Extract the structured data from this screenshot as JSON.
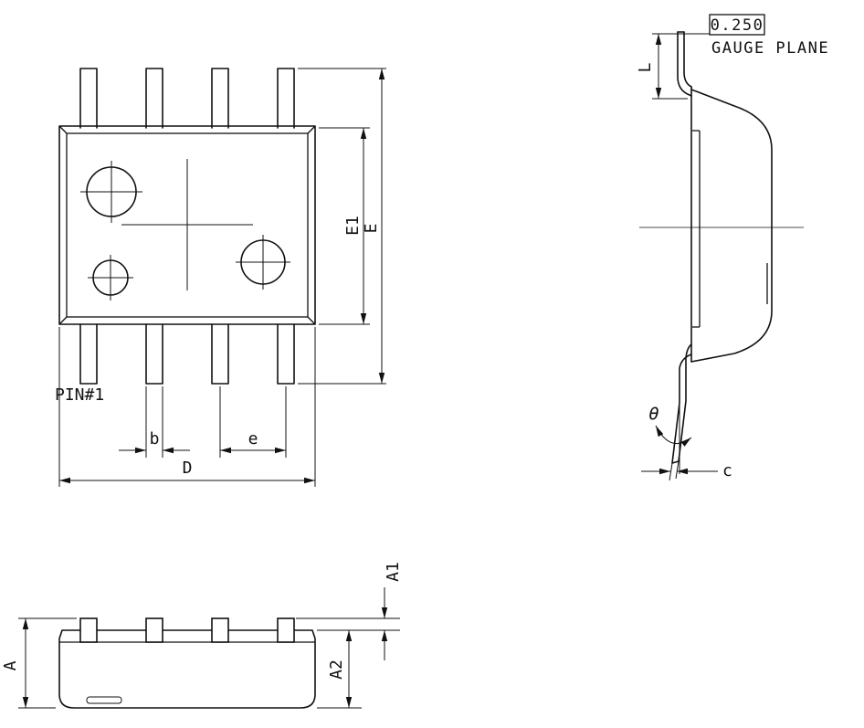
{
  "drawing": {
    "background": "#ffffff",
    "line_color": "#111111",
    "top_view": {
      "pin1_label": "PIN#1",
      "dim_E1": "E1",
      "dim_E": "E",
      "dim_D": "D",
      "dim_b": "b",
      "dim_e": "e"
    },
    "side_view": {
      "gauge_value": "0.250",
      "gauge_plane_label": "GAUGE PLANE",
      "dim_L": "L",
      "dim_theta": "θ",
      "dim_c": "c"
    },
    "front_view": {
      "dim_A": "A",
      "dim_A1": "A1",
      "dim_A2": "A2"
    }
  }
}
